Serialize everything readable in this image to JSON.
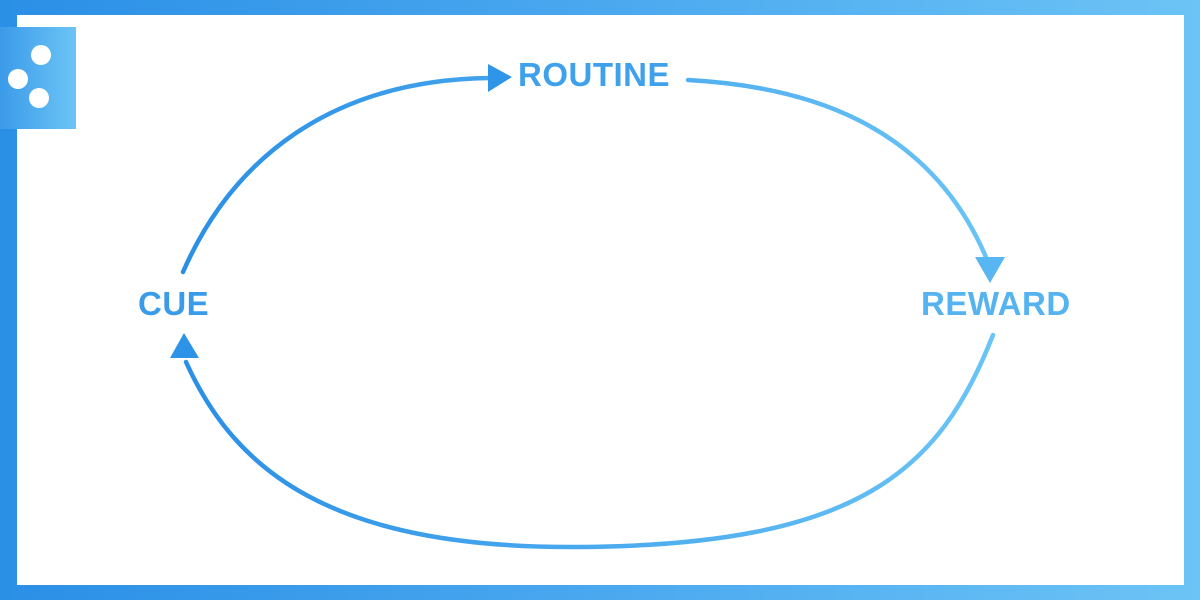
{
  "diagram": {
    "nodes": {
      "cue": "CUE",
      "routine": "ROUTINE",
      "reward": "REWARD"
    },
    "edges": [
      {
        "from": "CUE",
        "to": "ROUTINE"
      },
      {
        "from": "ROUTINE",
        "to": "REWARD"
      },
      {
        "from": "REWARD",
        "to": "CUE"
      }
    ]
  },
  "logo": {
    "icon": "three-dots-logo-icon"
  },
  "colors": {
    "gradient_start": "#2a8fe6",
    "gradient_end": "#6cc3f5",
    "background": "#ffffff"
  }
}
